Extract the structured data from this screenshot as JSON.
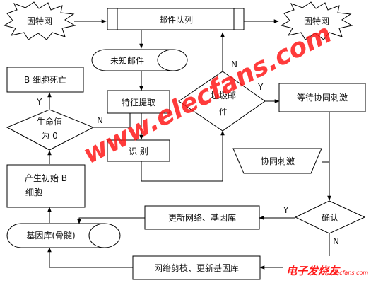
{
  "nodes": {
    "internet_left": "因特网",
    "mail_queue": "邮件队列",
    "internet_right": "因特网",
    "unknown_mail": "未知邮件",
    "b_cell_death": "B 细胞死亡",
    "life_value_line1": "生命值",
    "life_value_line2": "为 0",
    "feature_extract": "特征提取",
    "recognize": "识  别",
    "spam_line1": "垃圾邮",
    "spam_line2": "件",
    "wait_costim": "等待协同刺激",
    "costim": "协同刺激",
    "gen_b_line1": "产生初始 B",
    "gen_b_line2": "细胞",
    "confirm": "确认",
    "update_net_gene": "更新网络、基因库",
    "gene_bank": "基因库(骨髓)",
    "prune_update": "网络剪枝、更新基因库"
  },
  "branch_labels": {
    "life_yes": "Y",
    "life_no": "N",
    "spam_yes": "Y",
    "spam_no": "N",
    "confirm_yes": "Y",
    "confirm_no": "N"
  },
  "watermark": {
    "site": "www.elecfans.com",
    "corner_cn": "电子发烧友",
    "corner_en": "Elecfans.com"
  },
  "colors": {
    "watermark_red": "#ff1a1a",
    "line": "#000000"
  }
}
